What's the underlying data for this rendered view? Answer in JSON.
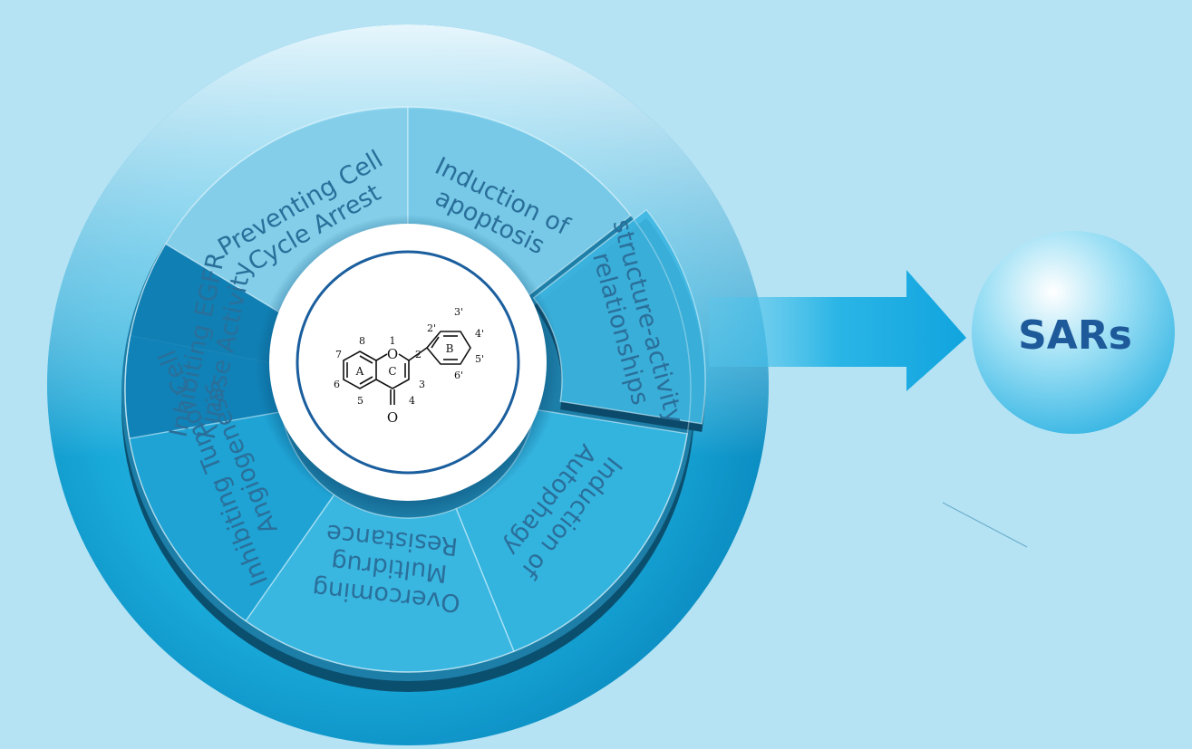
{
  "segments": [
    {
      "id": "cell-cycle",
      "lines": [
        "Preventing Cell",
        "Cycle Arrest"
      ]
    },
    {
      "id": "apoptosis",
      "lines": [
        "Induction of",
        "apoptosis"
      ]
    },
    {
      "id": "sar",
      "lines": [
        "structure-activity",
        "relationships"
      ]
    },
    {
      "id": "autophagy",
      "lines": [
        "Induction of",
        "Autophagy"
      ]
    },
    {
      "id": "multidrug",
      "lines": [
        "Overcoming",
        "Multidrug",
        "Resistance"
      ]
    },
    {
      "id": "angiogenesis",
      "lines": [
        "Inhibiting Tumor Cell",
        "Angiogenesis"
      ]
    },
    {
      "id": "egfr",
      "lines": [
        "Inhibiting EGFR",
        "Kinase Activity"
      ]
    }
  ],
  "structure": {
    "ring_labels": [
      "A",
      "B",
      "C"
    ],
    "oxygen": "O",
    "ring_oxygen_label": "1",
    "carbonyl": "O",
    "positions": [
      "2",
      "3",
      "4",
      "5",
      "6",
      "7",
      "8",
      "2'",
      "3'",
      "4'",
      "5'",
      "6'"
    ]
  },
  "target": {
    "label": "SARs"
  },
  "colors": {
    "background": "#b5e3f4",
    "outer_disc": "#1cb0de",
    "wedge_text": "#2a6f9a",
    "sars_text": "#1e5a9a",
    "center_ring": "#1a5e9e"
  }
}
